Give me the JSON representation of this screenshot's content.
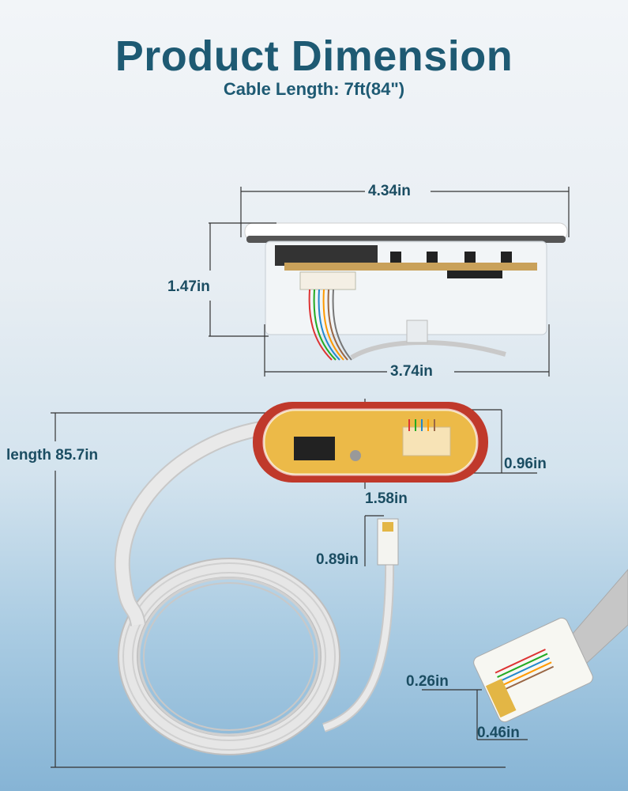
{
  "header": {
    "title": "Product Dimension",
    "subtitle": "Cable Length: 7ft(84\")"
  },
  "dimensions": {
    "top_width": "4.34in",
    "height": "1.47in",
    "bottom_width": "3.74in",
    "cable_length": "length 85.7in",
    "remote_height": "0.96in",
    "remote_width": "1.58in",
    "plug_small_length": "0.89in",
    "plug_large_height": "0.26in",
    "plug_large_width": "0.46in"
  },
  "colors": {
    "title": "#1e5a73",
    "remote_shell": "#c0392b",
    "cable": "#d8d8d8"
  }
}
